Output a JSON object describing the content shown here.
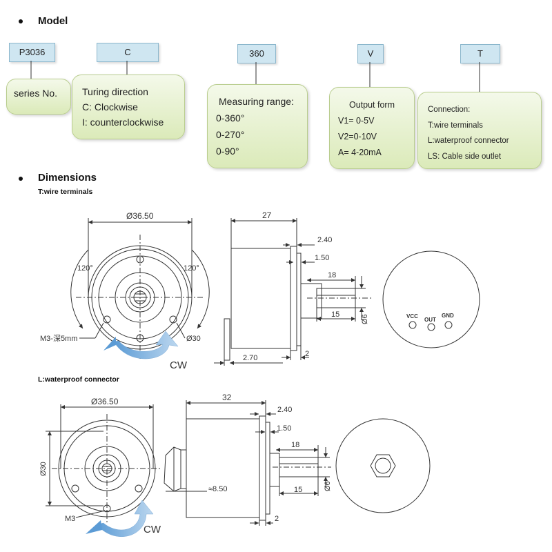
{
  "sections": {
    "model": "Model",
    "dimensions": "Dimensions"
  },
  "model": {
    "part": {
      "tab": "P3036",
      "lines": [
        "series No."
      ]
    },
    "direction": {
      "tab": "C",
      "lines": [
        "Turing direction",
        "C: Clockwise",
        "I: counterclockwise"
      ]
    },
    "range": {
      "tab": "360",
      "lines": [
        "Measuring range:",
        "0-360°",
        "0-270°",
        "0-90°"
      ]
    },
    "output": {
      "tab": "V",
      "lines": [
        "Output form",
        "V1= 0-5V",
        "V2=0-10V",
        "A= 4-20mA"
      ]
    },
    "connection": {
      "tab": "T",
      "lines": [
        "Connection:",
        "T:wire terminals",
        "L:waterproof connector",
        "LS:   Cable side outlet"
      ]
    }
  },
  "wire_terminals": {
    "subtitle": "T:wire terminals",
    "diameter": "Ø36.50",
    "angle_left": "120°",
    "angle_right": "120°",
    "screw": "M3-深5mm",
    "hole_circle": "Ø30",
    "rotation": "CW",
    "length": "27",
    "flange": "2.40",
    "step": "1.50",
    "shaft_length": "18",
    "shaft_flat": "15",
    "shaft_dia": "Ø6",
    "bracket": "2.70",
    "plate": "2",
    "pins": [
      "VCC",
      "OUT",
      "GND"
    ]
  },
  "waterproof": {
    "subtitle": "L:waterproof connector",
    "diameter": "Ø36.50",
    "hole_circle": "Ø30",
    "screw": "M3",
    "rotation": "CW",
    "length": "32",
    "flange": "2.40",
    "step": "1.50",
    "shaft_length": "18",
    "shaft_flat": "15",
    "shaft_dia": "Ø6",
    "connector": "≈8.50",
    "plate": "2"
  }
}
